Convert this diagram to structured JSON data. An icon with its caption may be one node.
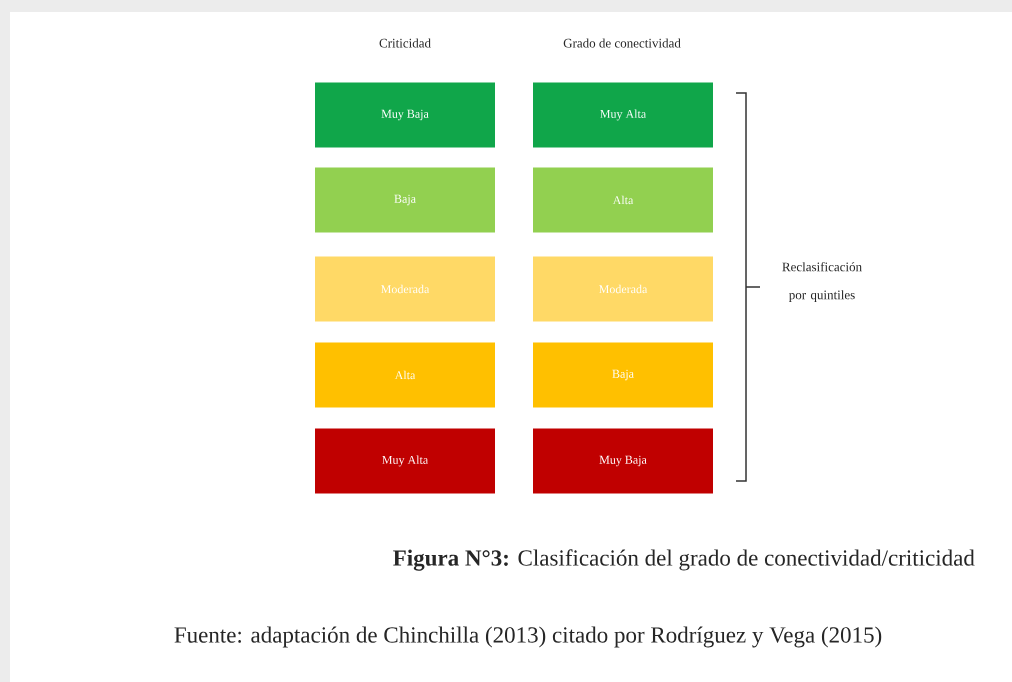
{
  "diagram": {
    "caption": "**Figura N°3:** Clasificación del grado de conectividad/criticidad",
    "nodes": [
      {
        "text": [
          "Muy Baja"
        ]
      },
      {
        "text": [
          "Baja"
        ]
      },
      {
        "text": [
          "Moderada"
        ]
      },
      {
        "text": [
          "Alta"
        ]
      },
      {
        "text": [
          "Muy Alta"
        ]
      },
      {
        "text": [
          "Muy Alta"
        ]
      },
      {
        "text": [
          "Alta"
        ]
      },
      {
        "text": [
          "Moderada"
        ]
      },
      {
        "text": [
          "Baja"
        ]
      },
      {
        "text": [
          "Muy Baja"
        ]
      }
    ],
    "labels": [
      "Criticidad",
      "Grado de conectividad",
      "Reclasificación por quintiles",
      "Fuente: adaptación de Chinchilla (2013) citado por Rodríguez y Vega (2015)"
    ]
  }
}
